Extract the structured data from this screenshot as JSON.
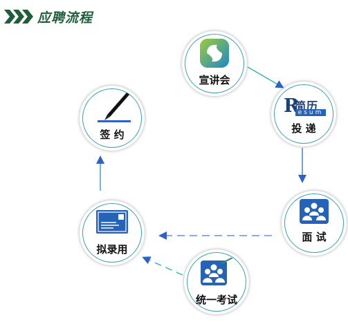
{
  "header": {
    "title": "应聘流程",
    "chevron_color": "#1f5e3a"
  },
  "colors": {
    "ring": "#3a9fb8",
    "arrow": "#2f62c9",
    "arrow_teal": "#3fb4b6",
    "icon_blue": "#2563b8",
    "icon_dark_blue": "#1d3f7a"
  },
  "nodes": [
    {
      "id": "xuanjianghui",
      "label": "宣讲会",
      "icon": "presentation-logo-icon"
    },
    {
      "id": "toudi",
      "label": "投 递",
      "icon": "resume-icon",
      "icon_text_main": "简历",
      "icon_text_big": "R",
      "icon_text_sub": "esum"
    },
    {
      "id": "mianshi",
      "label": "面  试",
      "icon": "interview-group-icon"
    },
    {
      "id": "tongyikaoshi",
      "label": "统一考试",
      "icon": "exam-group-icon"
    },
    {
      "id": "niluyong",
      "label": "拟录用",
      "icon": "offer-letter-icon"
    },
    {
      "id": "qianyue",
      "label": "签  约",
      "icon": "pen-sign-icon"
    }
  ]
}
